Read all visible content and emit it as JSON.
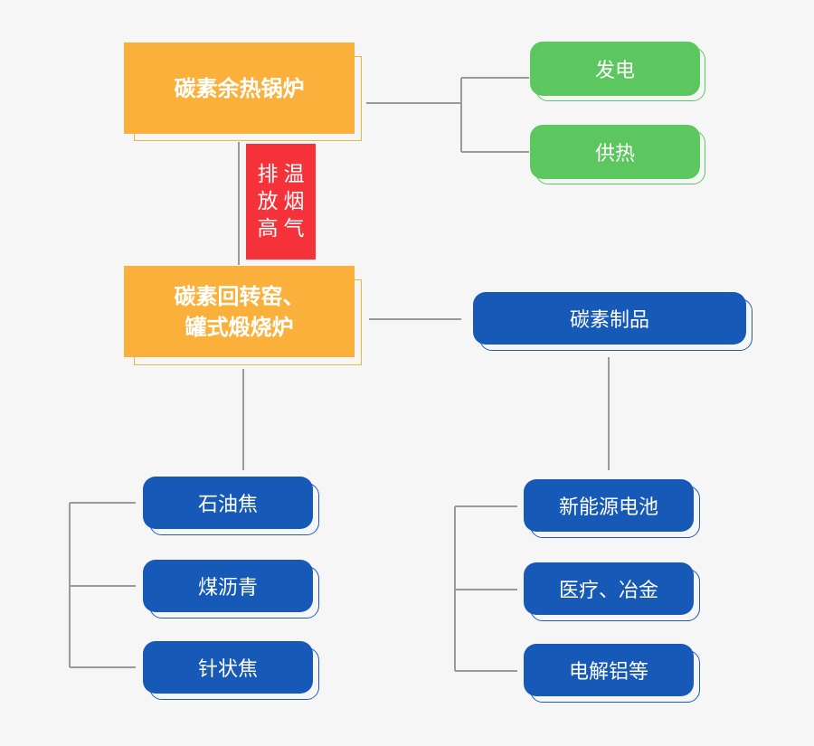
{
  "nodes": {
    "waste_heat_furnace": "碳素余热锅炉",
    "exhaust_chars": [
      "排",
      "放",
      "高",
      "温",
      "烟",
      "气"
    ],
    "kiln_line1": "碳素回转窑、",
    "kiln_line2": "罐式煅烧炉",
    "power": "发电",
    "heating": "供热",
    "carbon_products": "碳素制品",
    "petroleum_coke": "石油焦",
    "coal_pitch": "煤沥青",
    "needle_coke": "针状焦",
    "new_energy_battery": "新能源电池",
    "medical_metallurgy": "医疗、冶金",
    "electrolytic_aluminum": "电解铝等"
  },
  "colors": {
    "orange": "#fbb03b",
    "red": "#f5323a",
    "green": "#5cc75e",
    "blue": "#1659b6",
    "line": "#9a9a9a",
    "background": "#f6f6f6"
  }
}
